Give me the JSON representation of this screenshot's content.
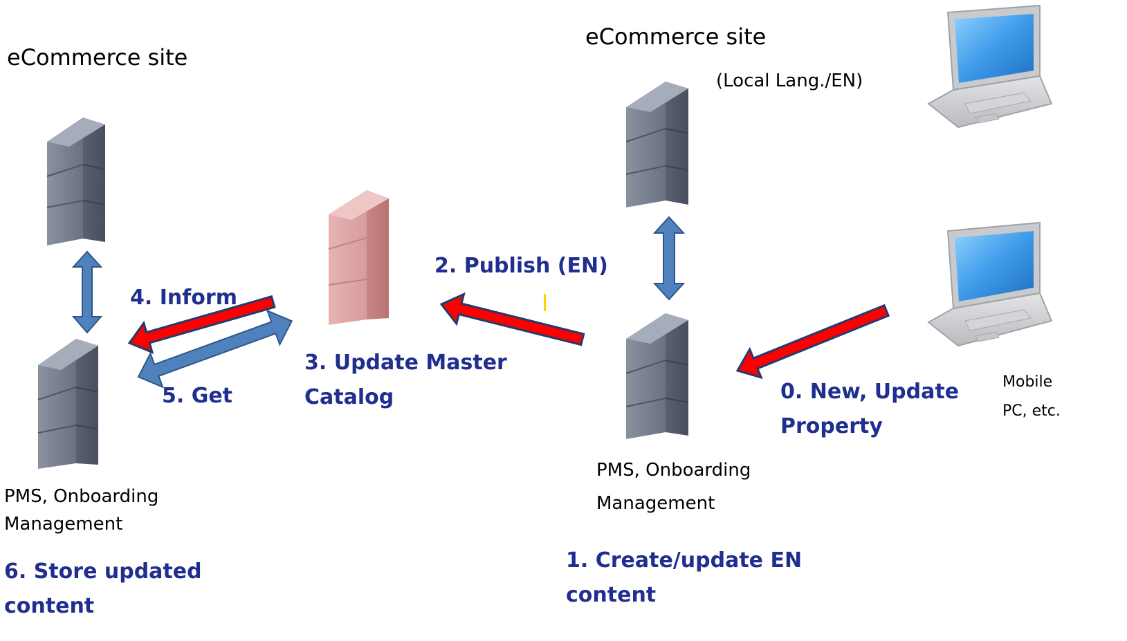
{
  "sites": {
    "left_title": "eCommerce site",
    "right_title": "eCommerce site",
    "right_subtitle": "(Local Lang./EN)"
  },
  "systems": {
    "left_line1": "PMS, Onboarding",
    "left_line2": "Management",
    "right_line1": "PMS, Onboarding",
    "right_line2": "Management"
  },
  "devices": {
    "line1": "Mobile",
    "line2": "PC, etc."
  },
  "steps": {
    "s0_line1": "0. New, Update",
    "s0_line2": "Property",
    "s1_line1": "1. Create/update  EN",
    "s1_line2": "content",
    "s2": "2. Publish (EN)",
    "s3_line1": "3. Update Master",
    "s3_line2": "Catalog",
    "s4": "4. Inform",
    "s5": "5. Get",
    "s6_line1": "6. Store updated",
    "s6_line2": "content"
  },
  "colors": {
    "step_text": "#1f2e8f",
    "red_arrow": "#ff0000",
    "blue_arrow": "#4f81bd",
    "server": "#7f8796",
    "master_catalog": "#e0a3a3",
    "laptop_screen": "#3d9be9"
  }
}
